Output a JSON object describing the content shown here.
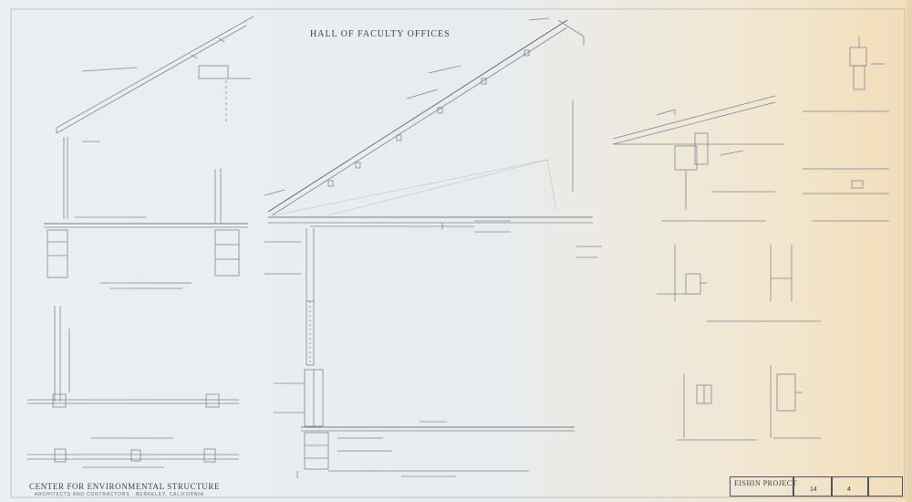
{
  "sheet": {
    "title": "HALL OF FACULTY OFFICES",
    "office": "CENTER FOR ENVIRONMENTAL STRUCTURE",
    "office_sub": "ARCHITECTS AND CONTRACTORS   ·   BERKELEY, CALIFORNIA",
    "project": "EISHIN PROJECT",
    "sheet_values": [
      "14",
      "4"
    ]
  },
  "colors": {
    "line": "#7d8791",
    "line_dark": "#4e5862",
    "paper": "#eceff1",
    "paper_aged": "#f1ddb8"
  }
}
